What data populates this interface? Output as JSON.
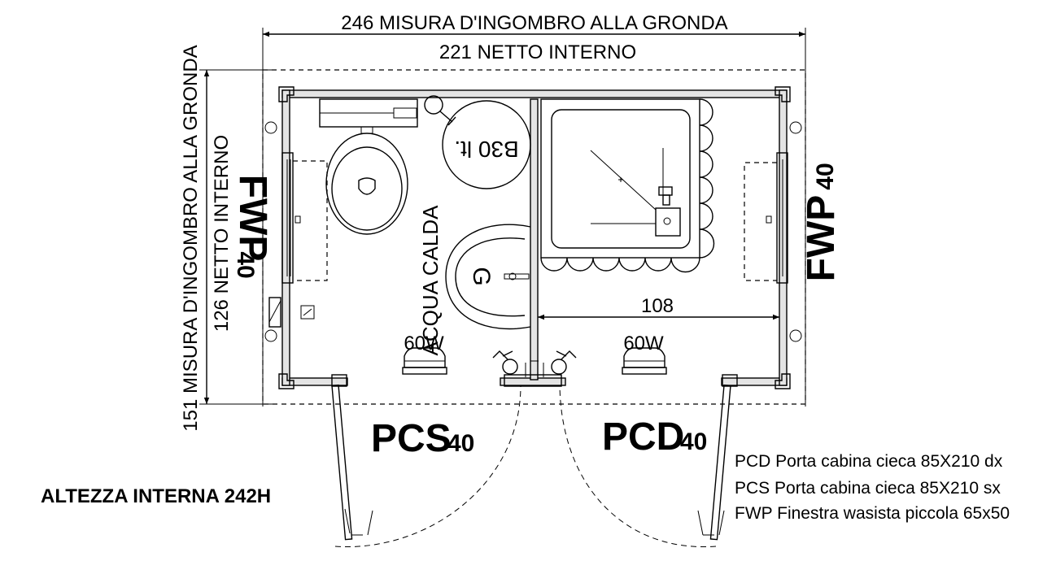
{
  "dimensions": {
    "top_outer": "246 MISURA D'INGOMBRO ALLA GRONDA",
    "top_inner": "221 NETTO INTERNO",
    "left_outer": "151 MISURA D'INGOMBRO ALLA GRONDA",
    "left_inner": "126 NETTO INTERNO",
    "shower_width": "108"
  },
  "fixtures": {
    "boiler": "B30 lt.",
    "hot_water": "ACQUA CALDA",
    "sink_mark": "G",
    "lamp_left": "60W",
    "lamp_right": "60W"
  },
  "openings": {
    "window_left": {
      "code": "FWP",
      "size": "40"
    },
    "window_right": {
      "code": "FWP",
      "size": "40"
    },
    "door_left": {
      "code": "PCS",
      "size": "40"
    },
    "door_right": {
      "code": "PCD",
      "size": "40"
    }
  },
  "internal_height": "ALTEZZA INTERNA 242H",
  "legend": [
    "PCD Porta cabina cieca 85X210 dx",
    "PCS Porta cabina cieca 85X210 sx",
    "FWP Finestra wasista piccola 65x50"
  ]
}
